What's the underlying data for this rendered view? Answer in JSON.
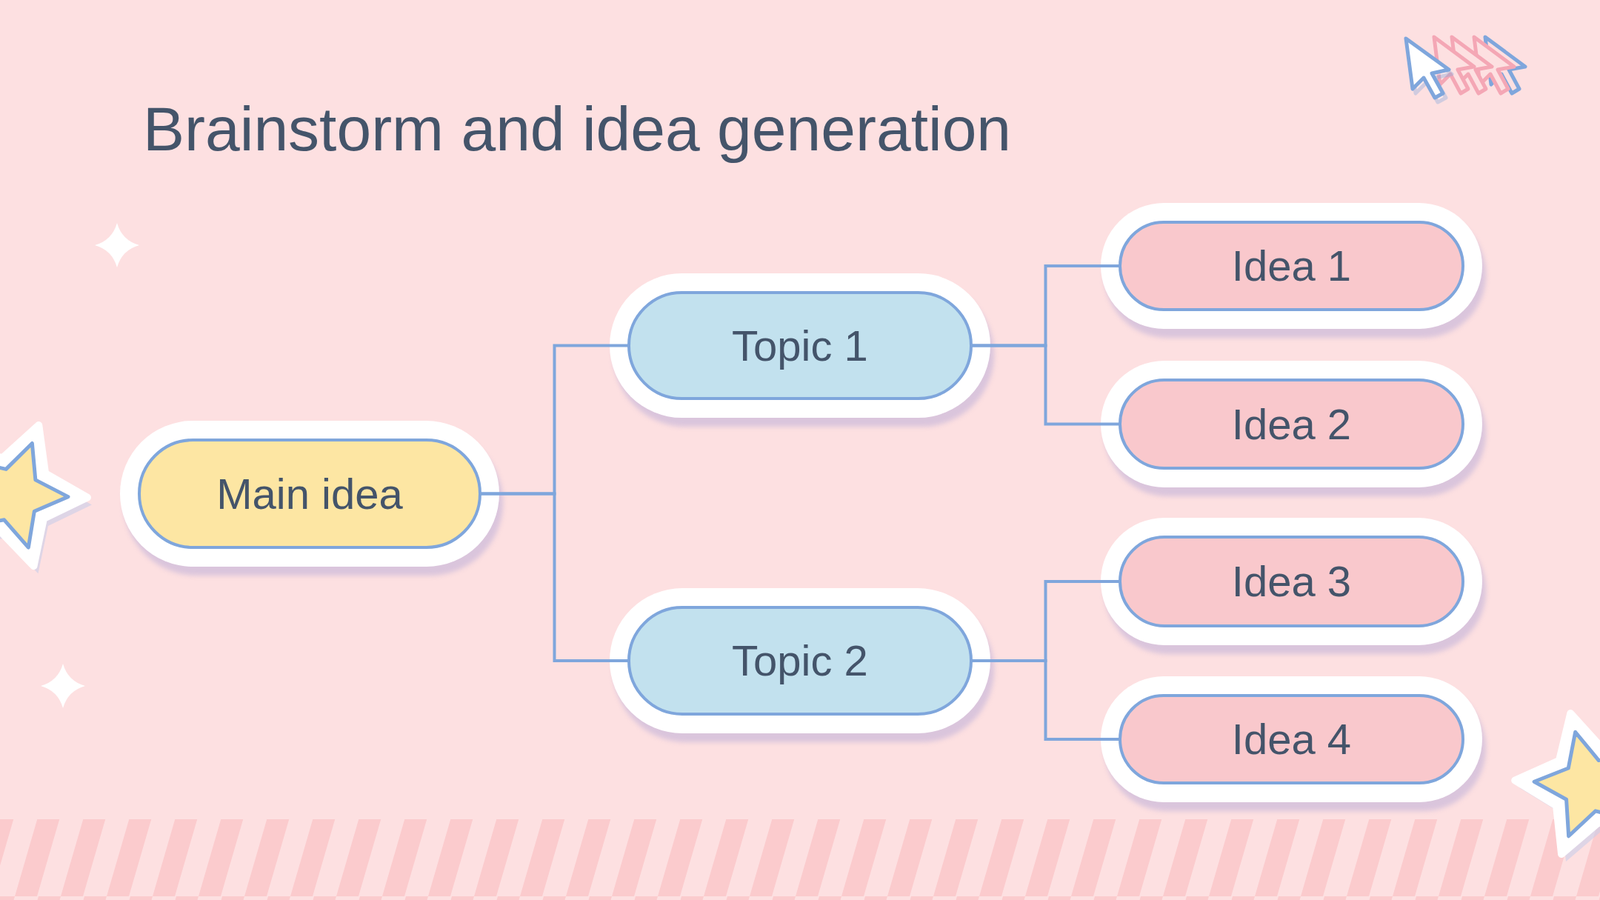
{
  "diagram": {
    "title": "Brainstorm and idea generation",
    "nodes": [
      {
        "text": [
          "Main idea"
        ]
      },
      {
        "text": [
          "Topic 1"
        ]
      },
      {
        "text": [
          "Idea 1"
        ]
      },
      {
        "text": [
          "Idea 2"
        ]
      },
      {
        "text": [
          "Topic 2"
        ]
      },
      {
        "text": [
          "Idea 3"
        ]
      },
      {
        "text": [
          "Idea 4"
        ]
      }
    ],
    "edges": [
      {
        "from": 0,
        "to": 1,
        "arrow": "none"
      },
      {
        "from": 0,
        "to": 4,
        "arrow": "none"
      },
      {
        "from": 1,
        "to": 2,
        "arrow": "none"
      },
      {
        "from": 1,
        "to": 3,
        "arrow": "none"
      },
      {
        "from": 4,
        "to": 5,
        "arrow": "none"
      },
      {
        "from": 4,
        "to": 6,
        "arrow": "none"
      }
    ]
  }
}
